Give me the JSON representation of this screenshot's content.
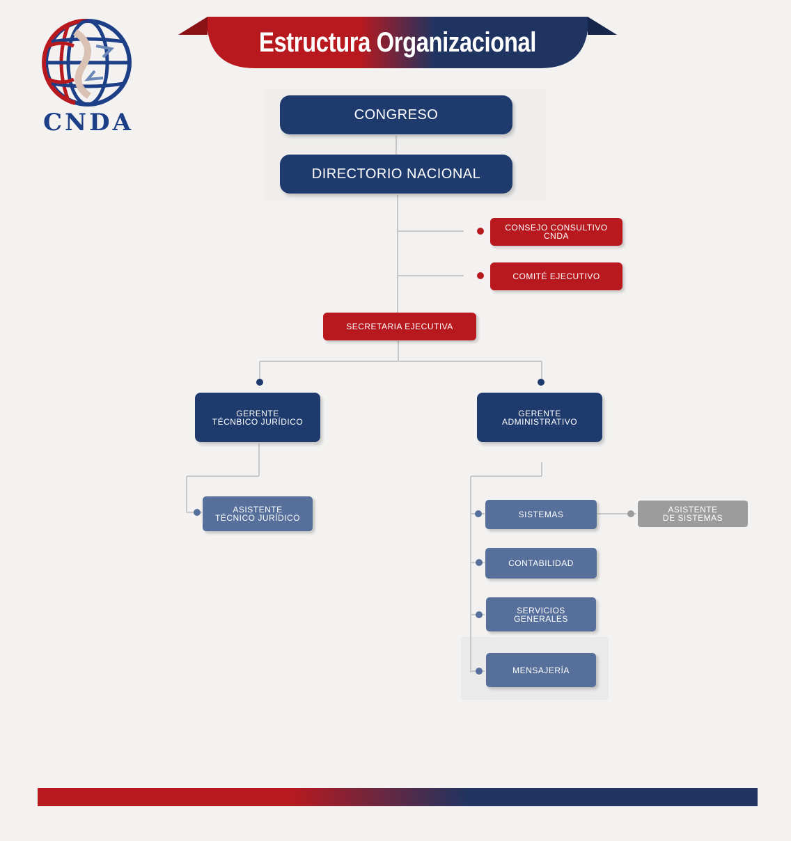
{
  "header": {
    "title": "Estructura Organizacional"
  },
  "logo": {
    "text": "CNDA"
  },
  "org": {
    "congreso": "CONGRESO",
    "directorio": "DIRECTORIO NACIONAL",
    "consejo": "CONSEJO CONSULTIVO\nCNDA",
    "comite": "COMITÉ EJECUTIVO",
    "secretaria": "SECRETARIA EJECUTIVA",
    "gerente_tecnico": "GERENTE\nTÉCNBICO JURÍDICO",
    "gerente_admin": "GERENTE\nADMINISTRATIVO",
    "asistente_tecnico": "ASISTENTE\nTÉCNICO JURÍDICO",
    "sistemas": "SISTEMAS",
    "asistente_sistemas": "ASISTENTE\nDE SISTEMAS",
    "contabilidad": "CONTABILIDAD",
    "servicios": "SERVICIOS\nGENERALES",
    "mensajeria": "MENSAJERÍA"
  },
  "colors": {
    "navy": "#1f3b6e",
    "red": "#b8191e",
    "steel": "#566f9b",
    "grey": "#9c9c9c"
  }
}
